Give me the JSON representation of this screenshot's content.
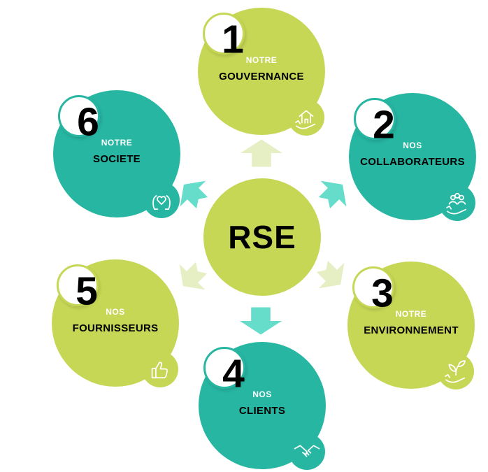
{
  "diagram": {
    "center_label": "RSE",
    "items": [
      {
        "number": "1",
        "line1": "NOTRE",
        "line2": "GOUVERNANCE",
        "color_key": "lime",
        "icon": "hand-holding-house"
      },
      {
        "number": "2",
        "line1": "NOS",
        "line2": "COLLABORATEURS",
        "color_key": "teal",
        "icon": "hand-holding-people"
      },
      {
        "number": "3",
        "line1": "NOTRE",
        "line2": "ENVIRONNEMENT",
        "color_key": "lime",
        "icon": "hand-holding-plant"
      },
      {
        "number": "4",
        "line1": "NOS",
        "line2": "CLIENTS",
        "color_key": "teal",
        "icon": "handshake"
      },
      {
        "number": "5",
        "line1": "NOS",
        "line2": "FOURNISSEURS",
        "color_key": "lime",
        "icon": "thumbs-up"
      },
      {
        "number": "6",
        "line1": "NOTRE",
        "line2": "SOCIETE",
        "color_key": "teal",
        "icon": "hands-holding-heart"
      }
    ],
    "arrows": [
      {
        "direction": "up",
        "target": "1",
        "color_key": "pale_lime"
      },
      {
        "direction": "up-right",
        "target": "2",
        "color_key": "turquoise"
      },
      {
        "direction": "down-right",
        "target": "3",
        "color_key": "pale_lime"
      },
      {
        "direction": "down",
        "target": "4",
        "color_key": "turquoise"
      },
      {
        "direction": "down-left",
        "target": "5",
        "color_key": "pale_lime"
      },
      {
        "direction": "up-left",
        "target": "6",
        "color_key": "turquoise"
      }
    ]
  },
  "colors": {
    "lime": "#c6d755",
    "teal": "#27b6a2",
    "pale_lime": "#e5efc3",
    "turquoise": "#66ddcb",
    "number_text": "#000000",
    "line1_text": "#ffffff",
    "line2_text": "#000000",
    "center_text": "#000000",
    "background": "#ffffff"
  }
}
